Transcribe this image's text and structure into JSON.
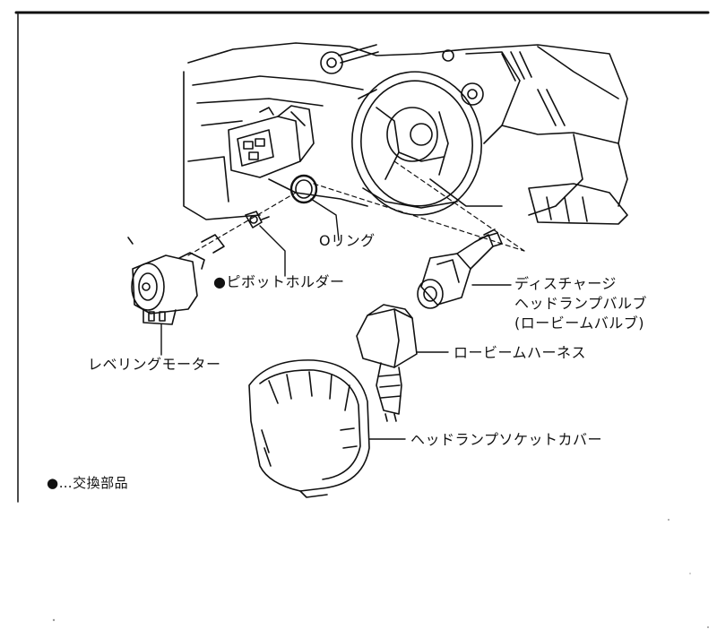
{
  "labels": {
    "o_ring": "Oリング",
    "pivot_holder": "●ピボットホルダー",
    "bulb_line1": "ディスチャージ",
    "bulb_line2": "ヘッドランプバルブ",
    "bulb_line3": "(ロービームバルブ)",
    "leveling_motor": "レベリングモーター",
    "harness": "ロービームハーネス",
    "socket_cover": "ヘッドランプソケットカバー",
    "legend": "●…交換部品"
  },
  "colors": {
    "ink": "#111111",
    "paper": "#ffffff"
  }
}
